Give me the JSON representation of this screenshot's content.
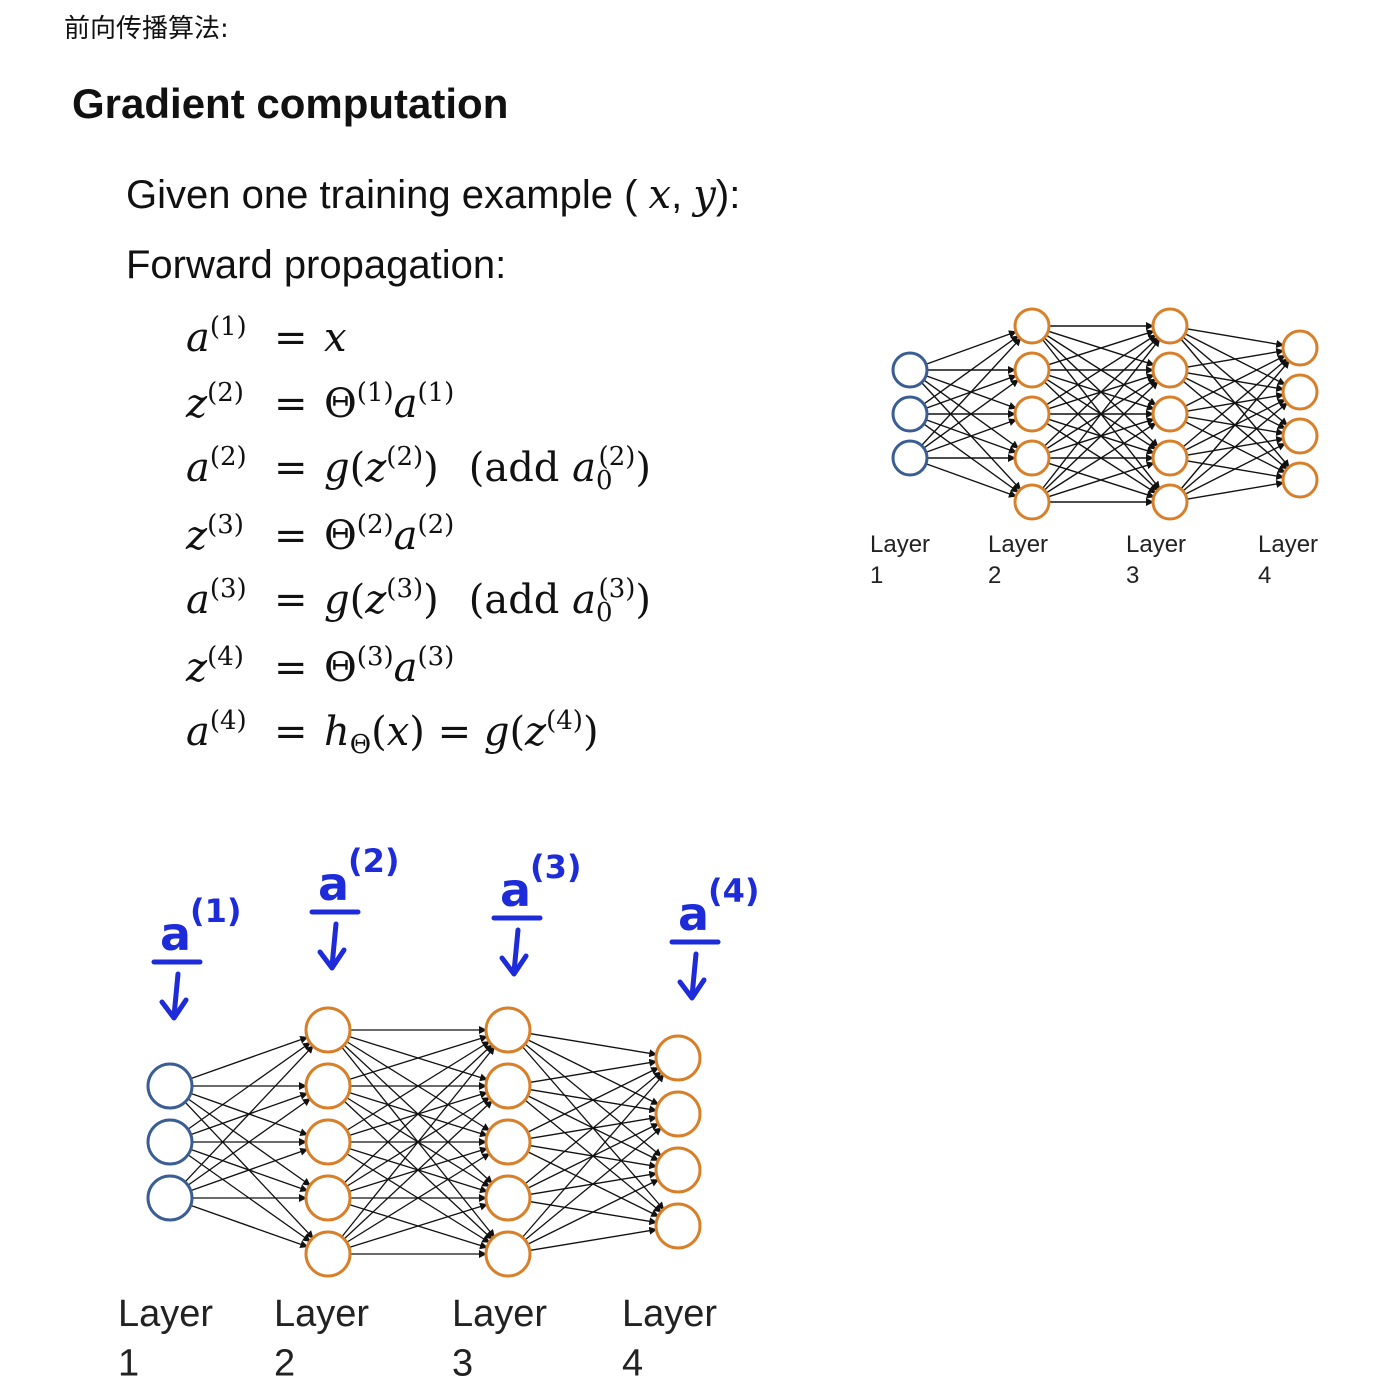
{
  "top_note": "前向传播算法:",
  "slide_title": "Gradient computation",
  "given": {
    "prefix": "Given one training example ( ",
    "x": "x",
    "sep": ", ",
    "y": "y",
    "suffix": "):"
  },
  "forward_label": "Forward propagation:",
  "equations": [
    {
      "lhs_var": "a",
      "lhs_sup": "(1)",
      "rhs": "x"
    },
    {
      "lhs_var": "z",
      "lhs_sup": "(2)",
      "rhs": "Θ(1)a(1)"
    },
    {
      "lhs_var": "a",
      "lhs_sup": "(2)",
      "rhs": "g(z(2))",
      "note": "(add a0(2))"
    },
    {
      "lhs_var": "z",
      "lhs_sup": "(3)",
      "rhs": "Θ(2)a(2)"
    },
    {
      "lhs_var": "a",
      "lhs_sup": "(3)",
      "rhs": "g(z(3))",
      "note": "(add a0(3))"
    },
    {
      "lhs_var": "z",
      "lhs_sup": "(4)",
      "rhs": "Θ(3)a(3)"
    },
    {
      "lhs_var": "a",
      "lhs_sup": "(4)",
      "rhs": "hΘ(x) = g(z(4))"
    }
  ],
  "network_top": {
    "layer_sizes": [
      3,
      5,
      5,
      4
    ],
    "labels": [
      [
        "Layer",
        "1"
      ],
      [
        "Layer",
        "2"
      ],
      [
        "Layer",
        "3"
      ],
      [
        "Layer",
        "4"
      ]
    ],
    "colors": {
      "input": "#3a5e94",
      "hidden": "#d87f2a",
      "edge": "#111111"
    }
  },
  "network_bottom": {
    "layer_sizes": [
      3,
      5,
      5,
      4
    ],
    "labels": [
      [
        "Layer",
        "1"
      ],
      [
        "Layer",
        "2"
      ],
      [
        "Layer",
        "3"
      ],
      [
        "Layer",
        "4"
      ]
    ],
    "annotations": [
      "a(1)",
      "a(2)",
      "a(3)",
      "a(4)"
    ],
    "annotation_color": "#1d2bd8",
    "colors": {
      "input": "#3a5e94",
      "hidden": "#d87f2a",
      "edge": "#111111"
    }
  }
}
